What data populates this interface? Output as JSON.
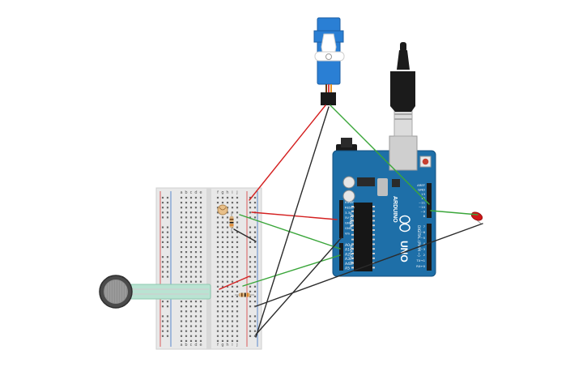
{
  "breadboard": {
    "col_letters_left": [
      "a",
      "b",
      "c",
      "d",
      "e"
    ],
    "col_letters_right": [
      "f",
      "g",
      "h",
      "i",
      "j"
    ],
    "row_count": 30
  },
  "arduino": {
    "brand": "ARDUINO",
    "model": "UNO",
    "power_header_labels": [
      "IOREF",
      "RESET",
      "3.3V",
      "5V",
      "GND",
      "GND",
      "Vin"
    ],
    "analog_header_labels": [
      "A0",
      "A1",
      "A2",
      "A3",
      "A4",
      "A5"
    ],
    "power_label": "POWER",
    "analog_label": "ANALOG IN",
    "digital_label": "DIGITAL (PWM ~)",
    "digital_header_labels": [
      "AREF",
      "GND",
      "13",
      "12",
      "~11",
      "~10",
      "~9",
      "8",
      "7",
      "~6",
      "~5",
      "4",
      "~3",
      "2",
      "TX→1",
      "RX←0"
    ]
  },
  "colors": {
    "wire_red": "#d42020",
    "wire_green": "#3aa63a",
    "wire_black": "#2b2b2b",
    "arduino_blue": "#1e6fa8",
    "servo_blue": "#2a7fd4",
    "led_red": "#d01818",
    "breadboard": "#e9e9e9"
  }
}
